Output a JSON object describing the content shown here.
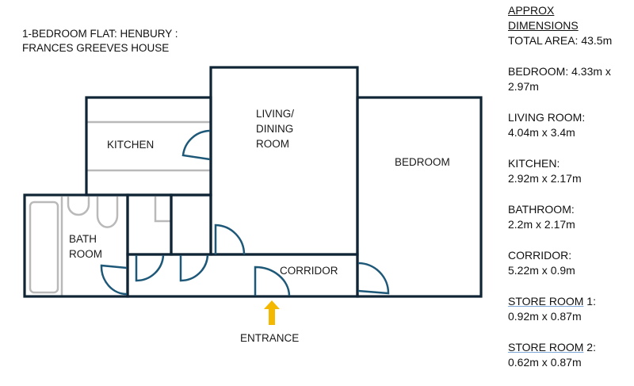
{
  "title": {
    "line1": "1-BEDROOM FLAT: HENBURY :",
    "line2": "FRANCES GREEVES HOUSE"
  },
  "rooms": {
    "kitchen": "KITCHEN",
    "living1": "LIVING/",
    "living2": "DINING",
    "living3": "ROOM",
    "bedroom": "BEDROOM",
    "bath1": "BATH",
    "bath2": "ROOM",
    "corridor": "CORRIDOR",
    "entrance": "ENTRANCE"
  },
  "dimensions": {
    "heading1": "APPROX",
    "heading2": "DIMENSIONS",
    "total": "TOTAL AREA: 43.5m",
    "bedroom_label": "BEDROOM: 4.33m x",
    "bedroom_value": "2.97m",
    "living_label": "LIVING ROOM:",
    "living_value": "4.04m x 3.4m",
    "kitchen_label": "KITCHEN:",
    "kitchen_value": "2.92m x 2.17m",
    "bathroom_label": "BATHROOM:",
    "bathroom_value": "2.2m x 2.17m",
    "corridor_label": "CORRIDOR:",
    "corridor_value": "5.22m x 0.9m",
    "store1_name": "STORE ROOM",
    "store1_suffix": " 1:",
    "store1_value": "0.92m x 0.87m",
    "store2_name": "STORE ROOM",
    "store2_suffix": " 2:",
    "store2_value": "0.62m x 0.87m"
  },
  "colors": {
    "wall": "#0f2535",
    "door": "#1e5878",
    "arrow": "#f5b800",
    "fixture": "#b9b9b9"
  }
}
